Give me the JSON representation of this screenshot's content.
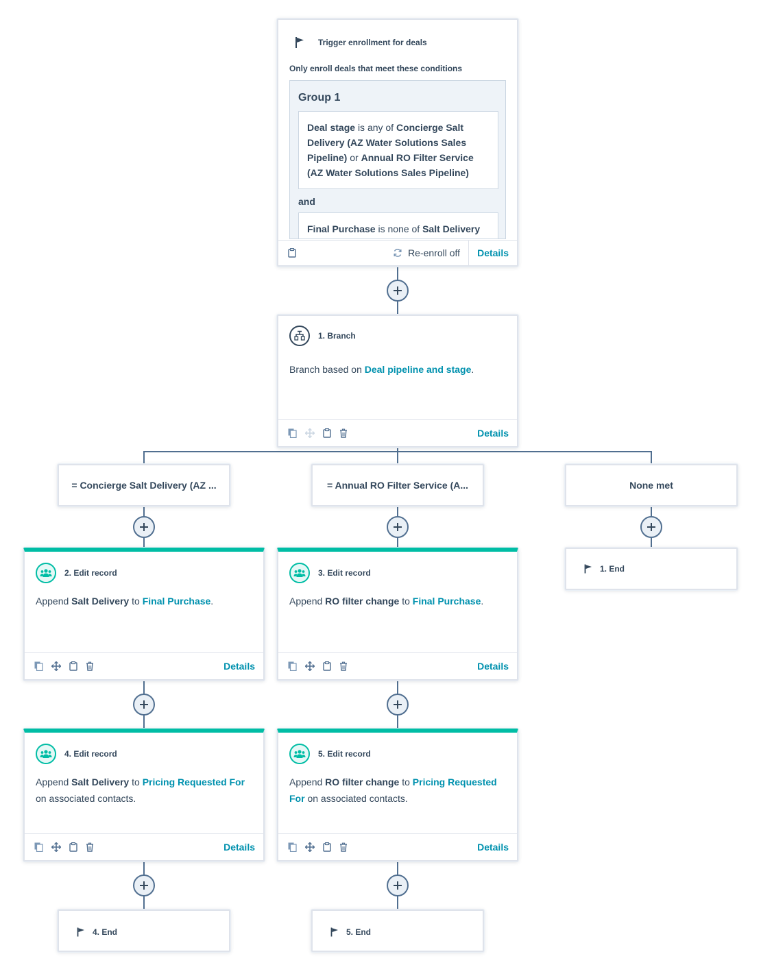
{
  "trigger": {
    "title": "Trigger enrollment for deals",
    "subtitle": "Only enroll deals that meet these conditions",
    "group_label": "Group 1",
    "condition1": {
      "prop": "Deal stage",
      "op": "is any of",
      "val1": "Concierge Salt Delivery (AZ Water Solutions Sales Pipeline)",
      "or": "or",
      "val2": "Annual RO Filter Service (AZ Water Solutions Sales Pipeline)"
    },
    "and_label": "and",
    "condition2": {
      "prop": "Final Purchase",
      "op": "is none of",
      "val1": "Salt Delivery"
    },
    "reenroll": "Re-enroll off",
    "details": "Details"
  },
  "branch": {
    "title": "1. Branch",
    "text_prefix": "Branch based on",
    "link": "Deal pipeline and stage",
    "text_suffix": ".",
    "details": "Details"
  },
  "branches": [
    {
      "label": "= Concierge Salt Delivery (AZ ..."
    },
    {
      "label": "= Annual RO Filter Service (A..."
    },
    {
      "label": "None met"
    }
  ],
  "actions": [
    {
      "title": "2. Edit record",
      "verb": "Append",
      "value": "Salt Delivery",
      "to": "to",
      "prop": "Final Purchase",
      "tail": ".",
      "details": "Details"
    },
    {
      "title": "3. Edit record",
      "verb": "Append",
      "value": "RO filter change",
      "to": "to",
      "prop": "Final Purchase",
      "tail": ".",
      "details": "Details"
    },
    {
      "title": "4. Edit record",
      "verb": "Append",
      "value": "Salt Delivery",
      "to": "to",
      "prop": "Pricing Requested For",
      "tail": "on associated contacts.",
      "details": "Details"
    },
    {
      "title": "5. Edit record",
      "verb": "Append",
      "value": "RO filter change",
      "to": "to",
      "prop": "Pricing Requested For",
      "tail": "on associated contacts.",
      "details": "Details"
    }
  ],
  "ends": [
    {
      "label": "1. End"
    },
    {
      "label": "4. End"
    },
    {
      "label": "5. End"
    }
  ],
  "colors": {
    "accent_teal": "#00bda5",
    "link": "#0091ae",
    "text": "#33475b",
    "connector": "#516f90"
  }
}
